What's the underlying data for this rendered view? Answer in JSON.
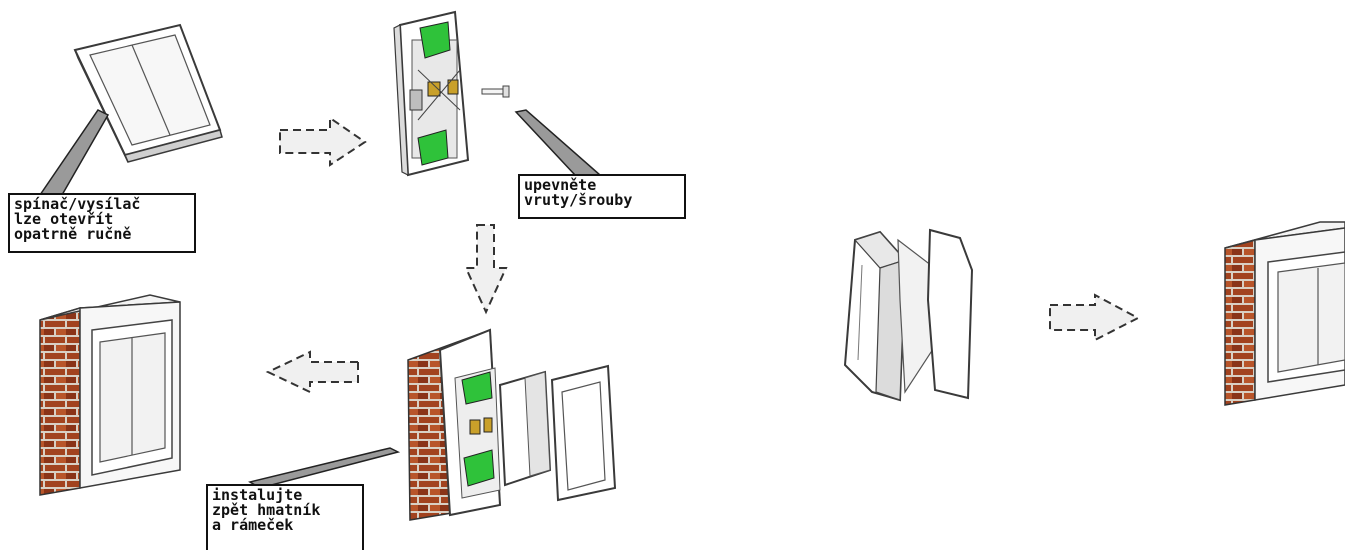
{
  "callouts": {
    "open_switch": [
      "spínač/vysílač",
      "lze otevřít",
      "opatrně ručně"
    ],
    "screws": [
      "upevněte",
      "vruty/šrouby"
    ],
    "reinstall": [
      "instalujte",
      "zpět hmatník",
      "a rámeček"
    ]
  },
  "colors": {
    "accent_green": "#2fc23a",
    "brick": "#a2431f",
    "mortar": "#d9d0c4",
    "outline": "#3a3a3a",
    "arrow_fill": "#f0f0f0"
  }
}
